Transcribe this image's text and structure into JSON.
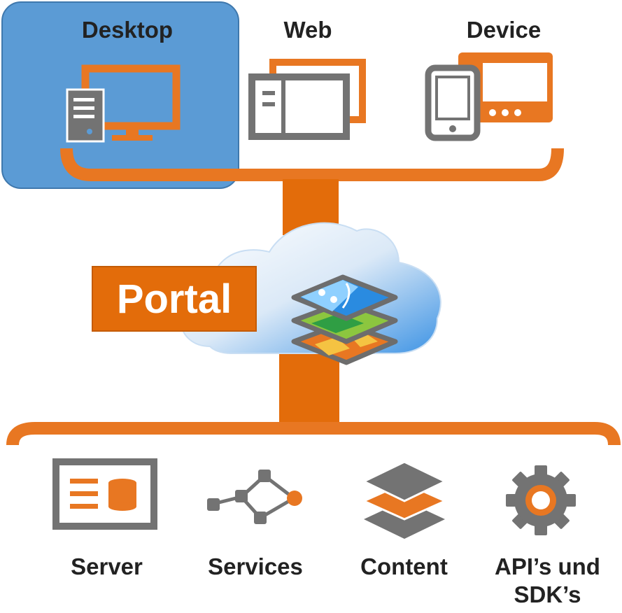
{
  "clients": {
    "desktop_label": "Desktop",
    "web_label": "Web",
    "device_label": "Device"
  },
  "portal": {
    "label": "Portal"
  },
  "components": {
    "server_label": "Server",
    "services_label": "Services",
    "content_label": "Content",
    "api_label_line1": "API’s und",
    "api_label_line2": "SDK’s"
  },
  "colors": {
    "orange": "#e87722",
    "dark_orange": "#e36c0a",
    "gray": "#737373",
    "desktop_blue": "#5b9bd5",
    "cloud_blue": "#4a9be8"
  },
  "icons": [
    "desktop-computer-icon",
    "web-browser-icon",
    "device-tablet-icon",
    "server-icon",
    "services-network-icon",
    "content-layers-icon",
    "gear-icon",
    "map-layers-icon",
    "cloud-icon"
  ]
}
